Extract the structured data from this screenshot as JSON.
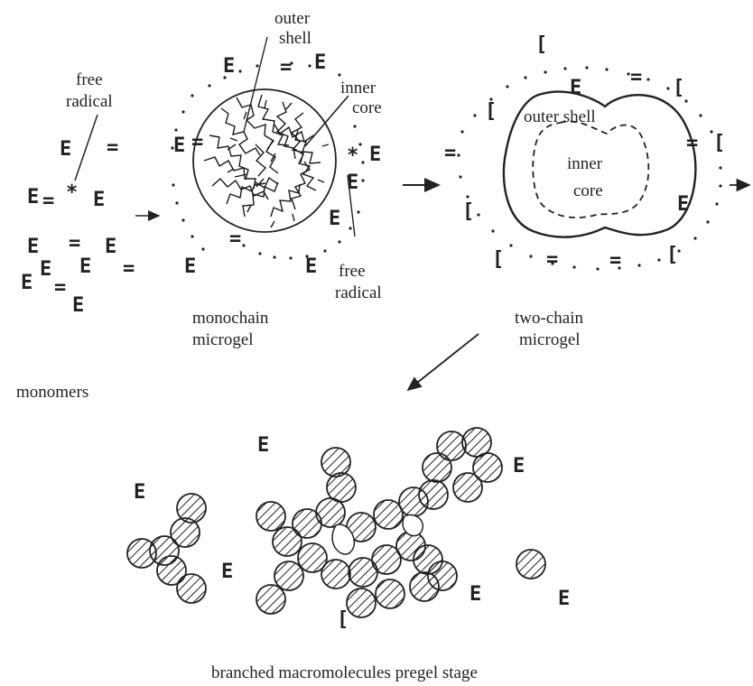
{
  "labels": {
    "free_radical_left": [
      "free",
      "radical"
    ],
    "outer_shell_top": [
      "outer",
      "shell"
    ],
    "inner_core_top": [
      "inner",
      "core"
    ],
    "free_radical_right": [
      "free",
      "radical"
    ],
    "monochain_microgel": [
      "monochain",
      "microgel"
    ],
    "two_chain_microgel": [
      "two-chain",
      "microgel"
    ],
    "monomers": "monomers",
    "outer_shell_right": "outer shell",
    "inner_core_right": [
      "inner",
      "core"
    ],
    "caption": "branched macromolecules pregel stage"
  },
  "glyphs": {
    "monomer": "E",
    "monomer_alt": "[",
    "radical": "*",
    "bond": "="
  },
  "colors": {
    "ink": "#222222",
    "background": "#ffffff"
  }
}
